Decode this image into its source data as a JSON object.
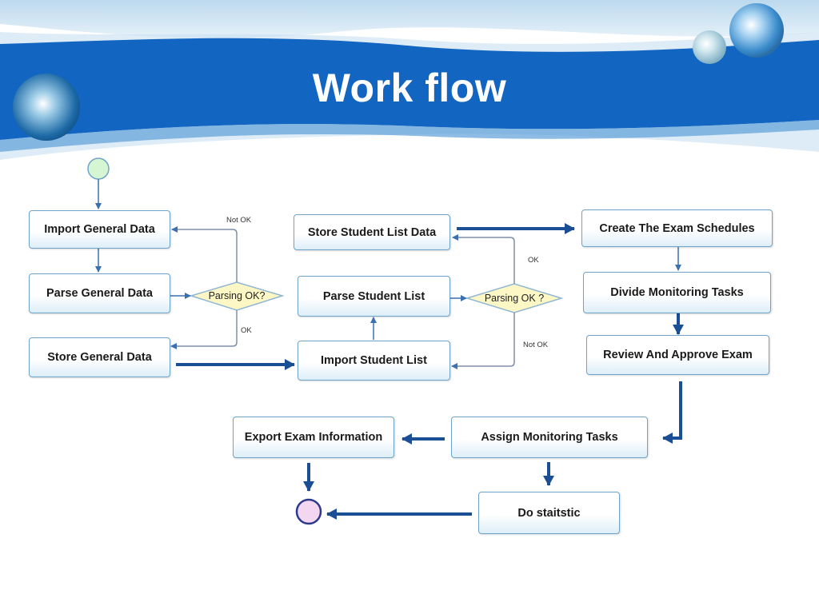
{
  "slide": {
    "title": "Work flow"
  },
  "colors": {
    "banner_blue": "#1266c2",
    "box_border": "#6fa3c7",
    "decision_fill": "#fdf7c6",
    "start_fill": "#d6f5d2",
    "end_fill": "#f3d7f0",
    "arrow_dark": "#1a4e95"
  },
  "diagram": {
    "nodes": {
      "import_general_data": "Import General Data",
      "parse_general_data": "Parse General Data",
      "store_general_data": "Store General Data",
      "store_student_list_data": "Store Student List Data",
      "parse_student_list": "Parse Student List",
      "import_student_list": "Import Student List",
      "create_exam_schedules": "Create The  Exam Schedules",
      "divide_monitoring_tasks": "Divide Monitoring Tasks",
      "review_approve_exam": "Review And Approve Exam",
      "assign_monitoring_tasks": "Assign Monitoring Tasks",
      "export_exam_information": "Export Exam Information",
      "do_statistic": "Do staitstic"
    },
    "decisions": {
      "parsing_ok_1": "Parsing OK?",
      "parsing_ok_2": "Parsing OK ?"
    },
    "edge_labels": {
      "not_ok_1": "Not OK",
      "ok_1": "OK",
      "ok_2": "OK",
      "not_ok_2": "Not OK"
    }
  }
}
